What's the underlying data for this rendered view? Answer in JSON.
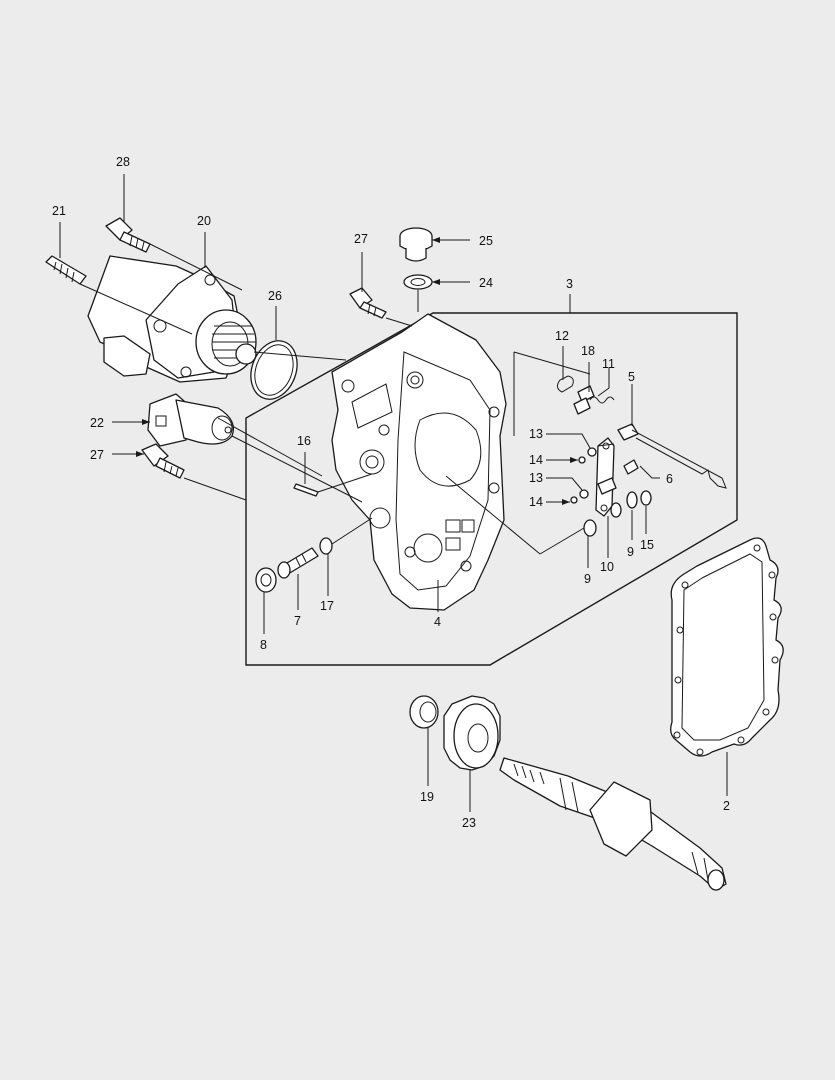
{
  "diagram": {
    "callouts": [
      {
        "id": "28",
        "label": "28"
      },
      {
        "id": "21",
        "label": "21"
      },
      {
        "id": "20",
        "label": "20"
      },
      {
        "id": "27a",
        "label": "27"
      },
      {
        "id": "25",
        "label": "25"
      },
      {
        "id": "24",
        "label": "24"
      },
      {
        "id": "26",
        "label": "26"
      },
      {
        "id": "3",
        "label": "3"
      },
      {
        "id": "12",
        "label": "12"
      },
      {
        "id": "18",
        "label": "18"
      },
      {
        "id": "11",
        "label": "11"
      },
      {
        "id": "5",
        "label": "5"
      },
      {
        "id": "22",
        "label": "22"
      },
      {
        "id": "27b",
        "label": "27"
      },
      {
        "id": "16",
        "label": "16"
      },
      {
        "id": "13a",
        "label": "13"
      },
      {
        "id": "14a",
        "label": "14"
      },
      {
        "id": "13b",
        "label": "13"
      },
      {
        "id": "14b",
        "label": "14"
      },
      {
        "id": "6",
        "label": "6"
      },
      {
        "id": "9a",
        "label": "9"
      },
      {
        "id": "15",
        "label": "15"
      },
      {
        "id": "9b",
        "label": "9"
      },
      {
        "id": "10",
        "label": "10"
      },
      {
        "id": "17",
        "label": "17"
      },
      {
        "id": "7",
        "label": "7"
      },
      {
        "id": "8",
        "label": "8"
      },
      {
        "id": "4",
        "label": "4"
      },
      {
        "id": "2",
        "label": "2"
      },
      {
        "id": "19",
        "label": "19"
      },
      {
        "id": "23",
        "label": "23"
      }
    ]
  }
}
